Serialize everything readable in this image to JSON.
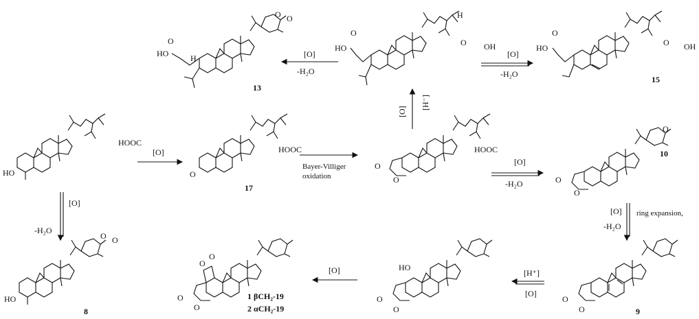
{
  "compounds": {
    "c13": "13",
    "c15": "15",
    "c17": "17",
    "c10": "10",
    "c8": "8",
    "c9": "9",
    "c1": "1 βCH₂-19",
    "c2": "2 αCH₂-19"
  },
  "groups": {
    "hooc": "HOOC",
    "ho": "HO",
    "oh": "OH",
    "o": "O",
    "h": "H",
    "hydro": "HO"
  },
  "arrows": {
    "ox": "[O]",
    "minus_h2o": "-H₂O",
    "h_minus": "[H⁻]",
    "h_plus": "[H⁺]",
    "bayer_villiger": "Bayer-Villiger",
    "oxidation": "oxidation",
    "ring_expansion": "ring expansion,"
  },
  "colors": {
    "ink": "#111111",
    "background": "#ffffff"
  }
}
